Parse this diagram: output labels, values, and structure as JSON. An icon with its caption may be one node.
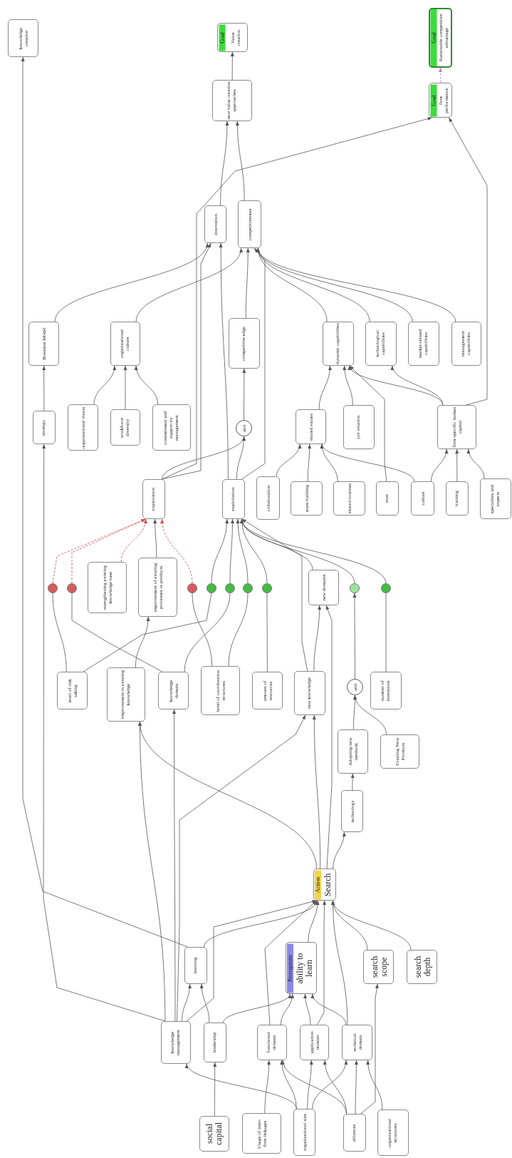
{
  "diagram": {
    "nodes": [
      {
        "text": [
          "knowledge creation"
        ]
      },
      {
        "text": [
          "Goal",
          "Value creation"
        ]
      },
      {
        "text": [
          "Goal",
          "Sustainable competitive advantage"
        ]
      },
      {
        "text": [
          "new value creation approaches"
        ]
      },
      {
        "text": [
          "Goal",
          "firm performance"
        ]
      },
      {
        "text": [
          "innovation"
        ]
      },
      {
        "text": [
          "competitiveness"
        ]
      },
      {
        "text": [
          "Business Model"
        ]
      },
      {
        "text": [
          "organizational culture"
        ]
      },
      {
        "text": [
          "competitive edge"
        ]
      },
      {
        "text": [
          "dynamic capabilities"
        ]
      },
      {
        "text": [
          "technological capabilities"
        ]
      },
      {
        "text": [
          "market-related capabilities"
        ]
      },
      {
        "text": [
          "management capabilities"
        ]
      },
      {
        "text": [
          "strategy"
        ]
      },
      {
        "text": [
          "organizational vision"
        ]
      },
      {
        "text": [
          "workforce diversity"
        ]
      },
      {
        "text": [
          "commitment and support by management"
        ]
      },
      {
        "text": [
          "and"
        ]
      },
      {
        "text": [
          "shared values"
        ]
      },
      {
        "text": [
          "job rotation"
        ]
      },
      {
        "text": [
          "firm-specific human capital"
        ]
      },
      {
        "text": [
          "exploration"
        ]
      },
      {
        "text": [
          "exploitation"
        ]
      },
      {
        "text": [
          "collaboration"
        ]
      },
      {
        "text": [
          "team building"
        ]
      },
      {
        "text": [
          "shared routines"
        ]
      },
      {
        "text": [
          "trust"
        ]
      },
      {
        "text": [
          "culture"
        ]
      },
      {
        "text": [
          "training"
        ]
      },
      {
        "text": [
          "specialists and experts"
        ]
      },
      {
        "text": [],
        "shape": "circle"
      },
      {
        "text": [],
        "shape": "circle"
      },
      {
        "text": [
          "strengthening existing knowledge base"
        ]
      },
      {
        "text": [
          "improvement of existing processes or products"
        ]
      },
      {
        "text": [],
        "shape": "circle"
      },
      {
        "text": [],
        "shape": "circle"
      },
      {
        "text": [],
        "shape": "circle"
      },
      {
        "text": [],
        "shape": "circle"
      },
      {
        "text": [],
        "shape": "circle"
      },
      {
        "text": [
          "new domains"
        ]
      },
      {
        "text": [],
        "shape": "circle"
      },
      {
        "text": [],
        "shape": "circle"
      },
      {
        "text": [
          "level of risk taking"
        ]
      },
      {
        "text": [
          "improvement in existing knowledge"
        ]
      },
      {
        "text": [
          "knowledge domain"
        ]
      },
      {
        "text": [
          "level of coordination structures"
        ]
      },
      {
        "text": [
          "amount of resources"
        ]
      },
      {
        "text": [
          "new knowledge"
        ]
      },
      {
        "text": [
          "and"
        ]
      },
      {
        "text": [
          "number of inventions"
        ]
      },
      {
        "text": [
          "Adopting new methods"
        ]
      },
      {
        "text": [
          "Creating New Products"
        ]
      },
      {
        "text": [
          "technology"
        ]
      },
      {
        "text": [
          "Action",
          "Search"
        ]
      },
      {
        "text": [
          "learning"
        ]
      },
      {
        "text": [
          "Prerequisite",
          "ability to learn"
        ]
      },
      {
        "text": [
          "search scope"
        ]
      },
      {
        "text": [
          "search depth"
        ]
      },
      {
        "text": [
          "knowledge management"
        ]
      },
      {
        "text": [
          "leadership"
        ]
      },
      {
        "text": [
          "functional domain"
        ]
      },
      {
        "text": [
          "application domain"
        ]
      },
      {
        "text": [
          "technical domain"
        ]
      },
      {
        "text": [
          "social capital"
        ]
      },
      {
        "text": [
          "Usage of inter-firm linkages"
        ]
      },
      {
        "text": [
          "organizational size"
        ]
      },
      {
        "text": [
          "alliances"
        ]
      },
      {
        "text": [
          "organizational structures"
        ]
      }
    ],
    "edges": [
      {
        "from": 55,
        "to": 0,
        "arrow": "to"
      },
      {
        "from": 3,
        "to": 1,
        "arrow": "to"
      },
      {
        "from": 4,
        "to": 2,
        "arrow": "to",
        "style": "dashed",
        "color": "#d070d0"
      },
      {
        "from": 5,
        "to": 3,
        "arrow": "to"
      },
      {
        "from": 6,
        "to": 3,
        "arrow": "to"
      },
      {
        "from": 22,
        "to": 4,
        "arrow": "to"
      },
      {
        "from": 21,
        "to": 4,
        "arrow": "to"
      },
      {
        "from": 7,
        "to": 5,
        "arrow": "to"
      },
      {
        "from": 22,
        "to": 5,
        "arrow": "to"
      },
      {
        "from": 23,
        "to": 5,
        "arrow": "to"
      },
      {
        "from": 8,
        "to": 6,
        "arrow": "to"
      },
      {
        "from": 9,
        "to": 6,
        "arrow": "to"
      },
      {
        "from": 23,
        "to": 6,
        "arrow": "to"
      },
      {
        "from": 10,
        "to": 6,
        "arrow": "to"
      },
      {
        "from": 11,
        "to": 6,
        "arrow": "to"
      },
      {
        "from": 12,
        "to": 6,
        "arrow": "to"
      },
      {
        "from": 13,
        "to": 6,
        "arrow": "to"
      },
      {
        "from": 14,
        "to": 7,
        "arrow": "to"
      },
      {
        "from": 15,
        "to": 8,
        "arrow": "to"
      },
      {
        "from": 16,
        "to": 8,
        "arrow": "to"
      },
      {
        "from": 17,
        "to": 8,
        "arrow": "to"
      },
      {
        "from": 18,
        "to": 9,
        "arrow": "to"
      },
      {
        "from": 19,
        "to": 10,
        "arrow": "to"
      },
      {
        "from": 20,
        "to": 10,
        "arrow": "to"
      },
      {
        "from": 27,
        "to": 10,
        "arrow": "to"
      },
      {
        "from": 21,
        "to": 10,
        "arrow": "to"
      },
      {
        "from": 21,
        "to": 11,
        "arrow": "to"
      },
      {
        "from": 22,
        "to": 18,
        "arrow": "to"
      },
      {
        "from": 23,
        "to": 18,
        "arrow": "to"
      },
      {
        "from": 24,
        "to": 19,
        "arrow": "to"
      },
      {
        "from": 25,
        "to": 19,
        "arrow": "to"
      },
      {
        "from": 26,
        "to": 19,
        "arrow": "to"
      },
      {
        "from": 28,
        "to": 19,
        "arrow": "to"
      },
      {
        "from": 28,
        "to": 21,
        "arrow": "to"
      },
      {
        "from": 29,
        "to": 21,
        "arrow": "to"
      },
      {
        "from": 30,
        "to": 21,
        "arrow": "to"
      },
      {
        "from": 31,
        "to": 22,
        "arrow": "to",
        "style": "dashed",
        "color": "#d04848"
      },
      {
        "from": 32,
        "to": 22,
        "arrow": "to",
        "style": "dashed",
        "color": "#d04848"
      },
      {
        "from": 33,
        "to": 22,
        "arrow": "to",
        "style": "dashed",
        "color": "#d04848"
      },
      {
        "from": 34,
        "to": 22,
        "arrow": "to"
      },
      {
        "from": 35,
        "to": 22,
        "arrow": "to",
        "style": "dashed",
        "color": "#d04848"
      },
      {
        "from": 36,
        "to": 23,
        "arrow": "to"
      },
      {
        "from": 37,
        "to": 23,
        "arrow": "to"
      },
      {
        "from": 38,
        "to": 23,
        "arrow": "to"
      },
      {
        "from": 39,
        "to": 23,
        "arrow": "to"
      },
      {
        "from": 40,
        "to": 23,
        "arrow": "to"
      },
      {
        "from": 48,
        "to": 23,
        "arrow": "to"
      },
      {
        "from": 41,
        "to": 23,
        "arrow": "to"
      },
      {
        "from": 42,
        "to": 23,
        "arrow": "to"
      },
      {
        "from": 43,
        "to": 31,
        "arrow": "none"
      },
      {
        "from": 43,
        "to": 36,
        "arrow": "none"
      },
      {
        "from": 44,
        "to": 34,
        "arrow": "to"
      },
      {
        "from": 45,
        "to": 32,
        "arrow": "none"
      },
      {
        "from": 45,
        "to": 37,
        "arrow": "none"
      },
      {
        "from": 46,
        "to": 35,
        "arrow": "none"
      },
      {
        "from": 46,
        "to": 38,
        "arrow": "none"
      },
      {
        "from": 47,
        "to": 39,
        "arrow": "none"
      },
      {
        "from": 48,
        "to": 40,
        "arrow": "to"
      },
      {
        "from": 54,
        "to": 40,
        "arrow": "to"
      },
      {
        "from": 49,
        "to": 41,
        "arrow": "to"
      },
      {
        "from": 50,
        "to": 42,
        "arrow": "none"
      },
      {
        "from": 51,
        "to": 49,
        "arrow": "to"
      },
      {
        "from": 52,
        "to": 49,
        "arrow": "to"
      },
      {
        "from": 53,
        "to": 51,
        "arrow": "to"
      },
      {
        "from": 54,
        "to": 53,
        "arrow": "to"
      },
      {
        "from": 54,
        "to": 48,
        "arrow": "to"
      },
      {
        "from": 54,
        "to": 44,
        "arrow": "to"
      },
      {
        "from": 59,
        "to": 44,
        "arrow": "to"
      },
      {
        "from": 59,
        "to": 45,
        "arrow": "to"
      },
      {
        "from": 59,
        "to": 48,
        "arrow": "to"
      },
      {
        "from": 55,
        "to": 54,
        "arrow": "to"
      },
      {
        "from": 59,
        "to": 54,
        "arrow": "to"
      },
      {
        "from": 61,
        "to": 54,
        "arrow": "to"
      },
      {
        "from": 56,
        "to": 54,
        "arrow": "to"
      },
      {
        "from": 62,
        "to": 54,
        "arrow": "to"
      },
      {
        "from": 63,
        "to": 54,
        "arrow": "to"
      },
      {
        "from": 57,
        "to": 54,
        "arrow": "to"
      },
      {
        "from": 58,
        "to": 54,
        "arrow": "to"
      },
      {
        "from": 59,
        "to": 55,
        "arrow": "to"
      },
      {
        "from": 60,
        "to": 55,
        "arrow": "to"
      },
      {
        "from": 60,
        "to": 56,
        "arrow": "to"
      },
      {
        "from": 61,
        "to": 56,
        "arrow": "to"
      },
      {
        "from": 62,
        "to": 56,
        "arrow": "to"
      },
      {
        "from": 63,
        "to": 56,
        "arrow": "to"
      },
      {
        "from": 66,
        "to": 59,
        "arrow": "to"
      },
      {
        "from": 64,
        "to": 60,
        "arrow": "to"
      },
      {
        "from": 65,
        "to": 61,
        "arrow": "to"
      },
      {
        "from": 66,
        "to": 61,
        "arrow": "to"
      },
      {
        "from": 67,
        "to": 61,
        "arrow": "to"
      },
      {
        "from": 66,
        "to": 62,
        "arrow": "to"
      },
      {
        "from": 67,
        "to": 62,
        "arrow": "to"
      },
      {
        "from": 66,
        "to": 63,
        "arrow": "to"
      },
      {
        "from": 67,
        "to": 63,
        "arrow": "to"
      },
      {
        "from": 68,
        "to": 63,
        "arrow": "to"
      },
      {
        "from": 67,
        "to": 57,
        "arrow": "to"
      },
      {
        "from": 59,
        "to": 14,
        "arrow": "to"
      }
    ]
  }
}
